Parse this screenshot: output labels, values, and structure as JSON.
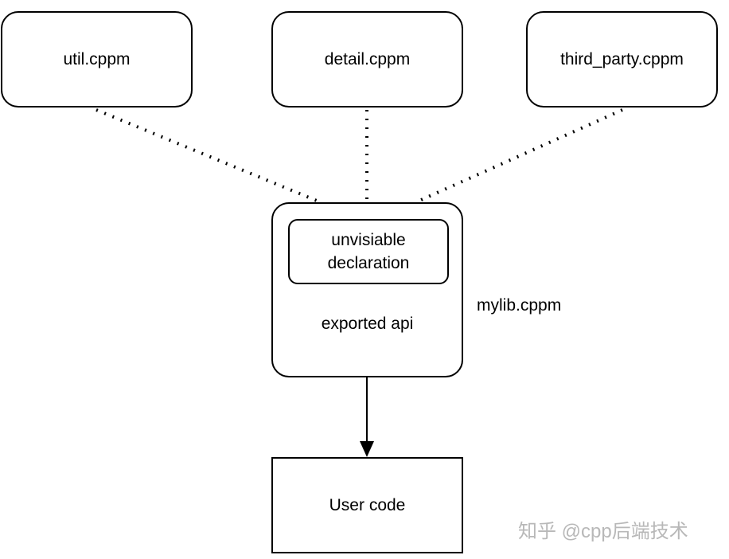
{
  "nodes": {
    "util": "util.cppm",
    "detail": "detail.cppm",
    "third_party": "third_party.cppm",
    "inner_line1": "unvisiable",
    "inner_line2": "declaration",
    "exported": "exported api",
    "mylib": "mylib.cppm",
    "user_code": "User code"
  },
  "watermark": "知乎 @cpp后端技术",
  "edges": [
    {
      "from": "util",
      "to": "mylib",
      "style": "dotted"
    },
    {
      "from": "detail",
      "to": "mylib",
      "style": "dotted"
    },
    {
      "from": "third_party",
      "to": "mylib",
      "style": "dotted"
    },
    {
      "from": "mylib",
      "to": "user_code",
      "style": "arrow"
    }
  ],
  "colors": {
    "stroke": "#000000",
    "watermark": "#b8b8b8"
  }
}
